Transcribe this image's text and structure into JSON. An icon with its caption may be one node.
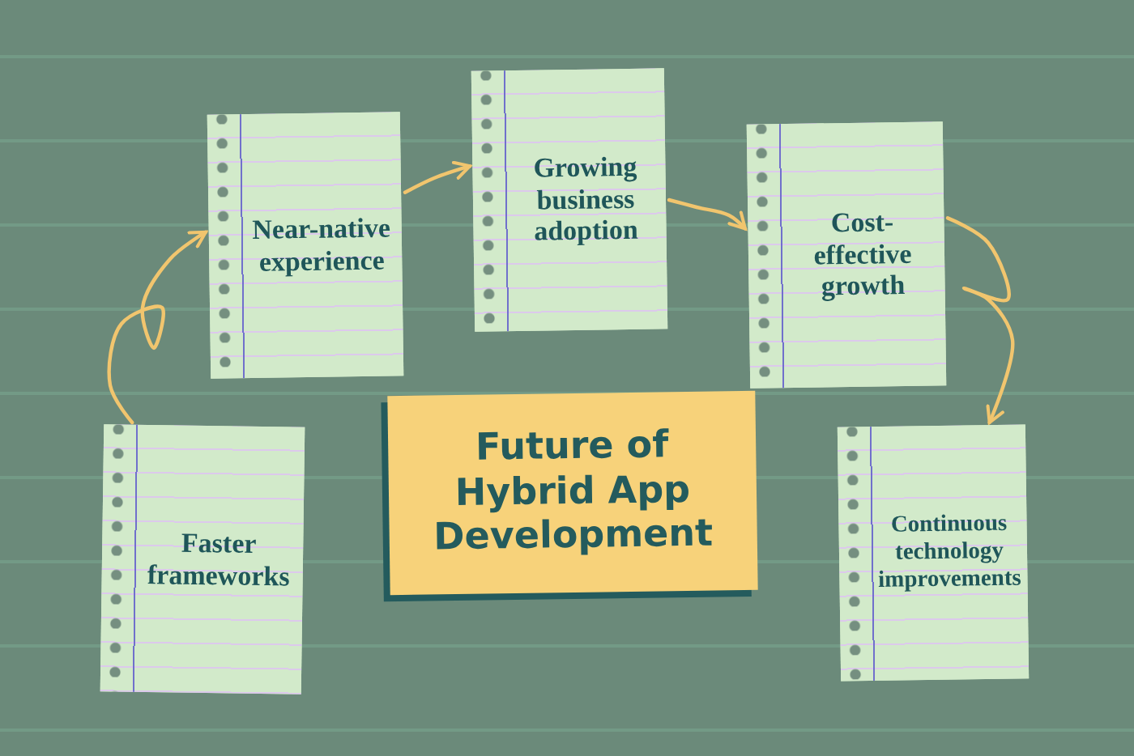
{
  "diagram": {
    "nodes": [
      {
        "text": [
          "Near-native experience"
        ]
      },
      {
        "text": [
          "Growing business adoption"
        ]
      },
      {
        "text": [
          "Cost-effective growth"
        ]
      },
      {
        "text": [
          "Future of Hybrid App Development"
        ]
      },
      {
        "text": [
          "Faster frameworks"
        ]
      },
      {
        "text": [
          "Continuous technology improvements"
        ]
      }
    ],
    "edges": [
      {
        "from": 4,
        "to": 0,
        "arrow": "to"
      },
      {
        "from": 0,
        "to": 1,
        "arrow": "to"
      },
      {
        "from": 1,
        "to": 2,
        "arrow": "to"
      },
      {
        "from": 2,
        "to": 5,
        "arrow": "to"
      }
    ]
  }
}
